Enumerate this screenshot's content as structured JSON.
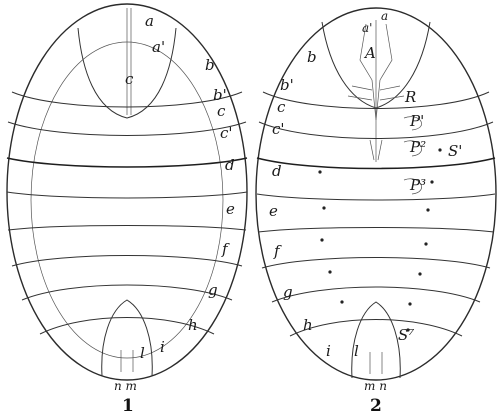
{
  "figure_1": {
    "number": "1",
    "labels": {
      "a": "a",
      "a1": "a'",
      "b": "b",
      "b1": "b'",
      "c": "c",
      "c1": "c'",
      "c_mid": "c",
      "d": "d",
      "e": "e",
      "f": "f",
      "g": "g",
      "h": "h",
      "i": "i",
      "l": "l",
      "nm": "n m"
    }
  },
  "figure_2": {
    "number": "2",
    "labels": {
      "a": "a",
      "a1": "a'",
      "A": "A",
      "b": "b",
      "b1": "b'",
      "c": "c",
      "c1": "c'",
      "d": "d",
      "e": "e",
      "f": "f",
      "g": "g",
      "h": "h",
      "i": "i",
      "l": "l",
      "mn": "m n",
      "R": "R",
      "P1": "P'",
      "P2": "P²",
      "P3": "P³",
      "S1": "S'",
      "S7": "S⁷"
    }
  }
}
